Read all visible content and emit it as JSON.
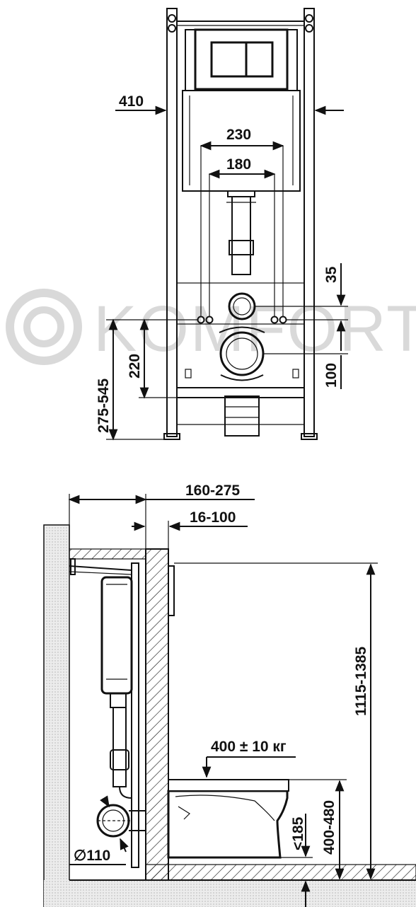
{
  "watermark": "KOMFORT",
  "front_view": {
    "labels": {
      "frame_width": "410",
      "mount_spacing_outer": "230",
      "mount_spacing_inner": "180",
      "drain_offset": "35",
      "stud_height": "220",
      "height_range": "275-545",
      "outlet_offset": "100"
    }
  },
  "side_view": {
    "labels": {
      "install_depth": "160-275",
      "wall_thickness": "16-100",
      "load": "400 ± 10 кг",
      "frame_height": "1115-1385",
      "seat_height": "400-480",
      "bowl_clearance": "<185",
      "pipe_diameter": "∅110"
    }
  },
  "colors": {
    "line": "#111111",
    "watermark": "#d9d9d9",
    "wall_fill": "#e6e6e6"
  }
}
